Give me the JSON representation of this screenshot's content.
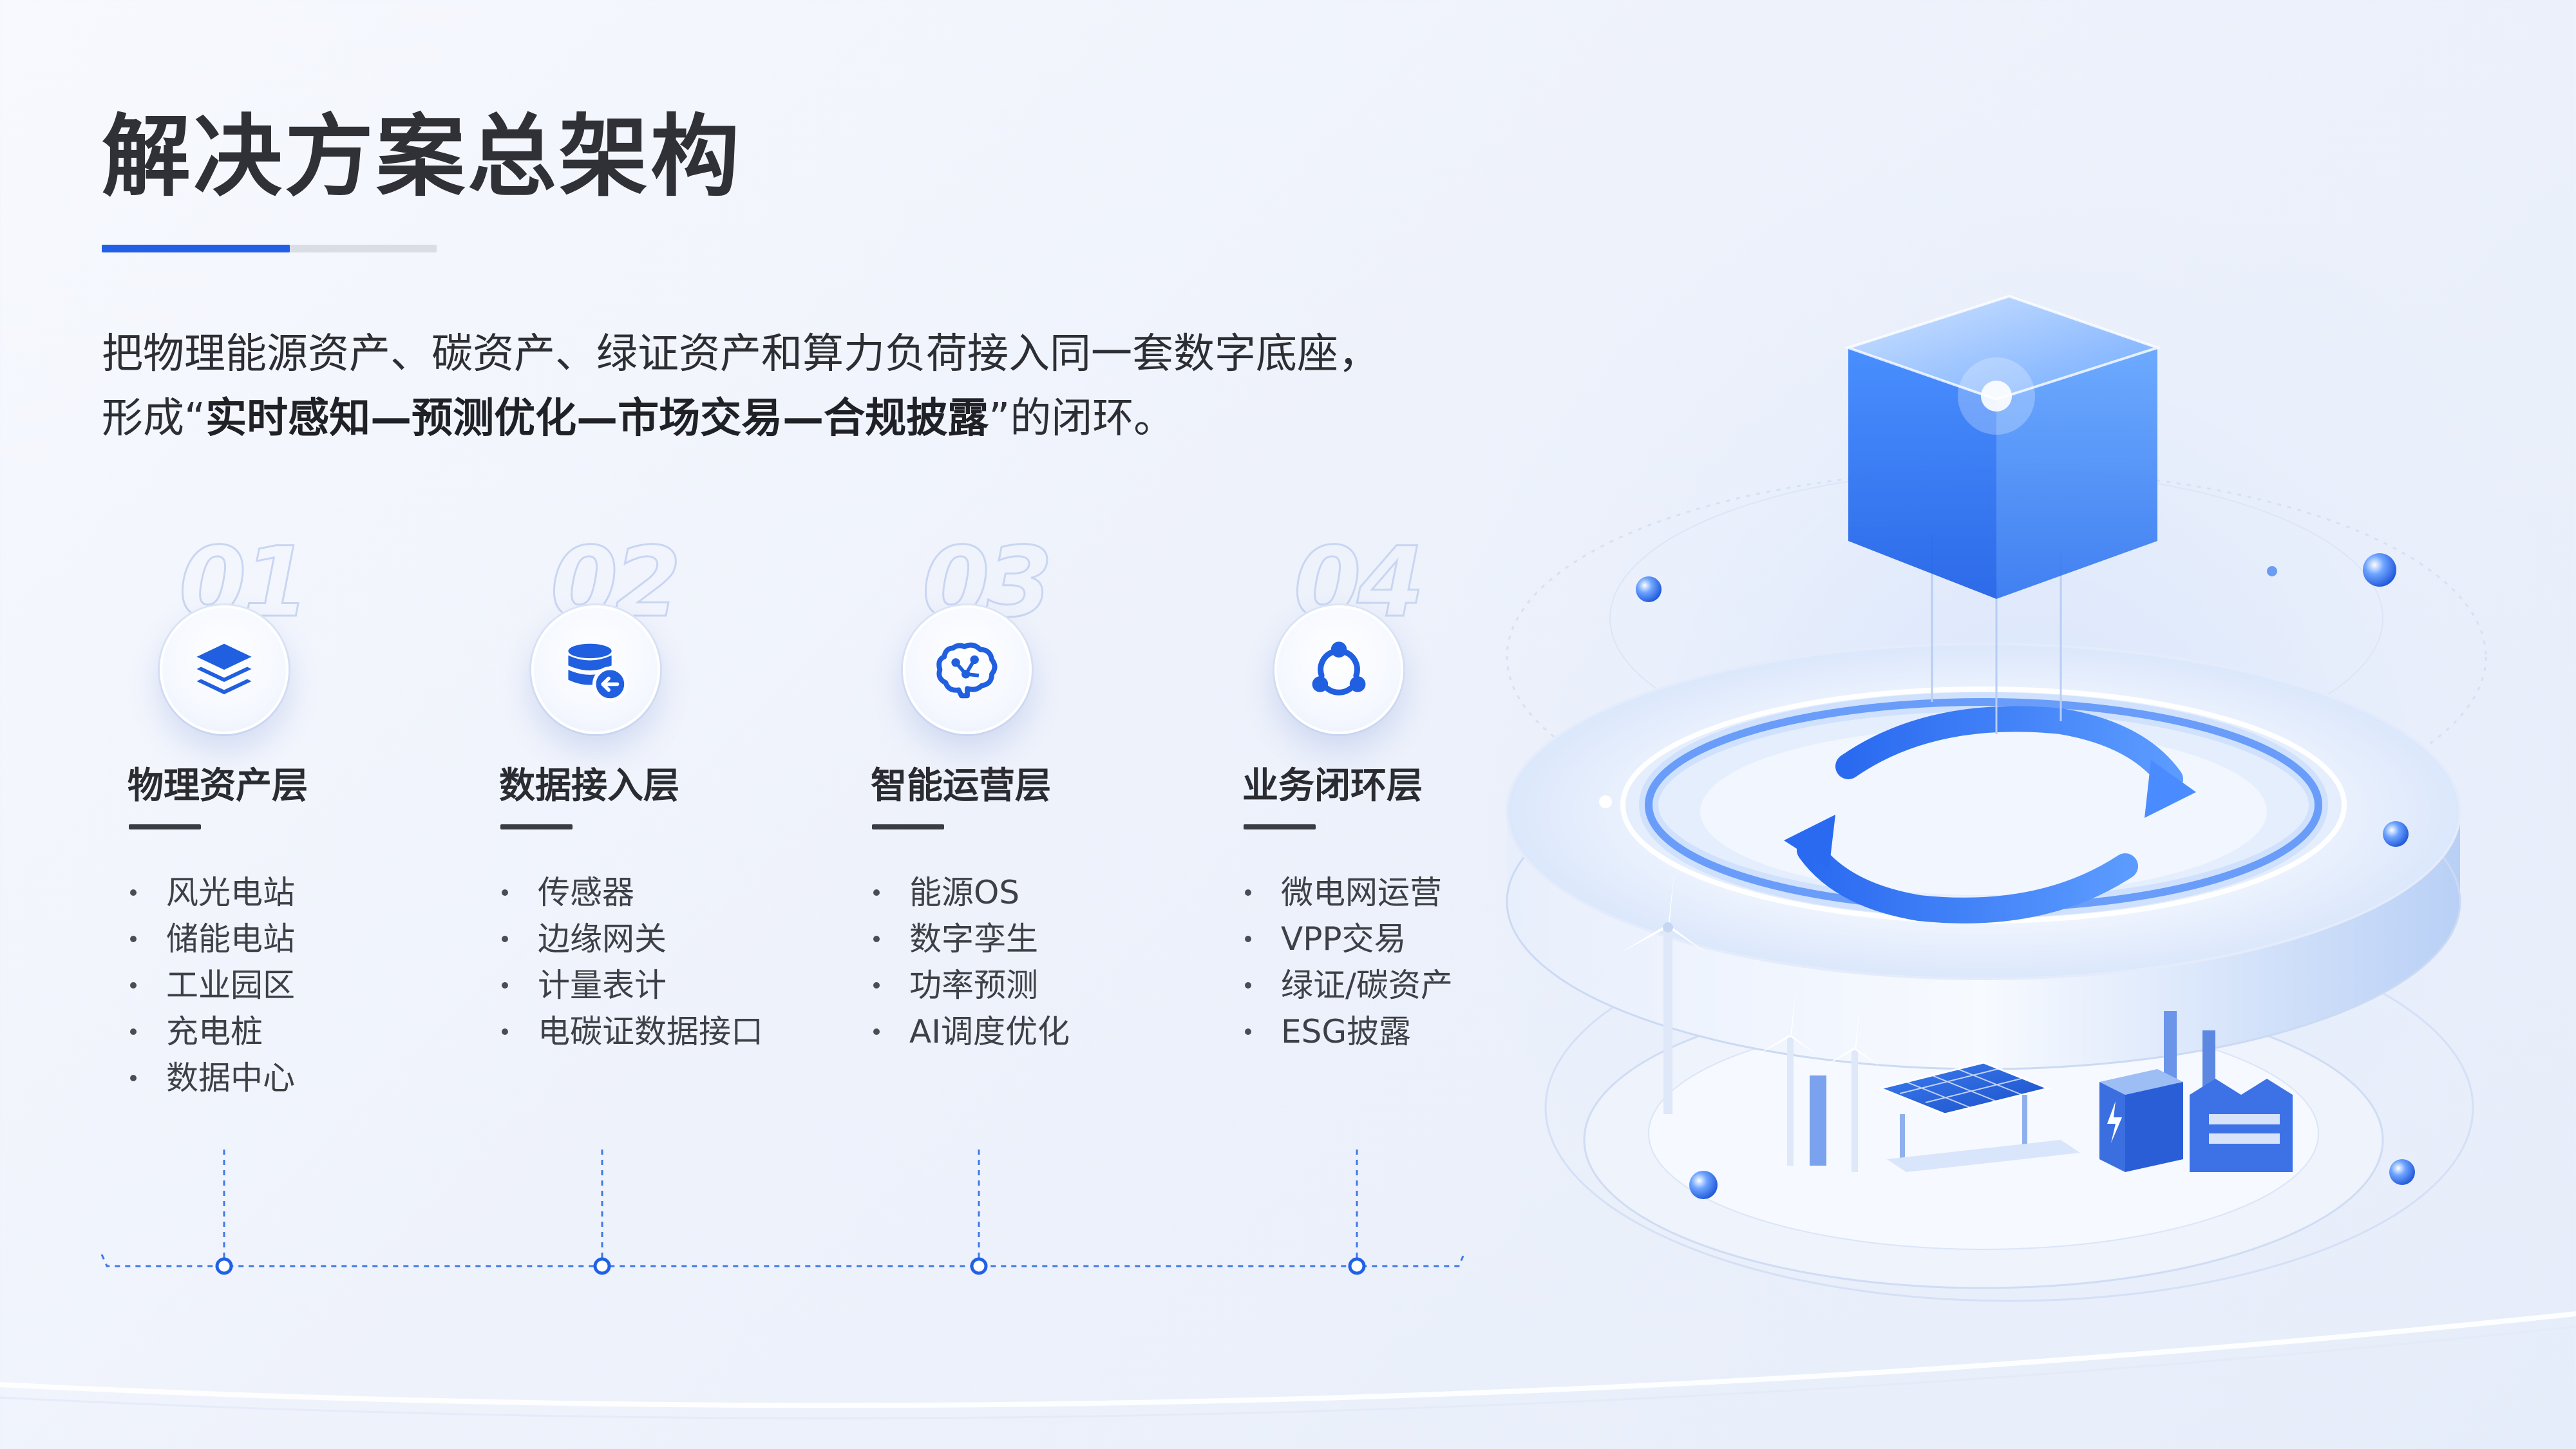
{
  "title": "解决方案总架构",
  "subtitle": {
    "line1": "把物理能源资产、碳资产、绿证资产和算力负荷接入同一套数字底座，",
    "line2_prefix": "形成“",
    "line2_bold": "实时感知—预测优化—市场交易—合规披露",
    "line2_suffix": "”的闭环。"
  },
  "columns": [
    {
      "num": "01",
      "icon": "layers-icon",
      "title": "物理资产层",
      "items": [
        "风光电站",
        "储能电站",
        "工业园区",
        "充电桩",
        "数据中心"
      ]
    },
    {
      "num": "02",
      "icon": "database-arrow-icon",
      "title": "数据接入层",
      "items": [
        "传感器",
        "边缘网关",
        "计量表计",
        "电碳证数据接口"
      ]
    },
    {
      "num": "03",
      "icon": "brain-icon",
      "title": "智能运营层",
      "items": [
        "能源OS",
        "数字孪生",
        "功率预测",
        "AI调度优化"
      ]
    },
    {
      "num": "04",
      "icon": "network-cycle-icon",
      "title": "业务闭环层",
      "items": [
        "微电网运营",
        "VPP交易",
        "绿证/碳资产",
        "ESG披露"
      ]
    }
  ],
  "colors": {
    "accent": "#2160e6",
    "title": "#2f3136",
    "text": "#3d4046",
    "icon": "#1f5fe0"
  }
}
